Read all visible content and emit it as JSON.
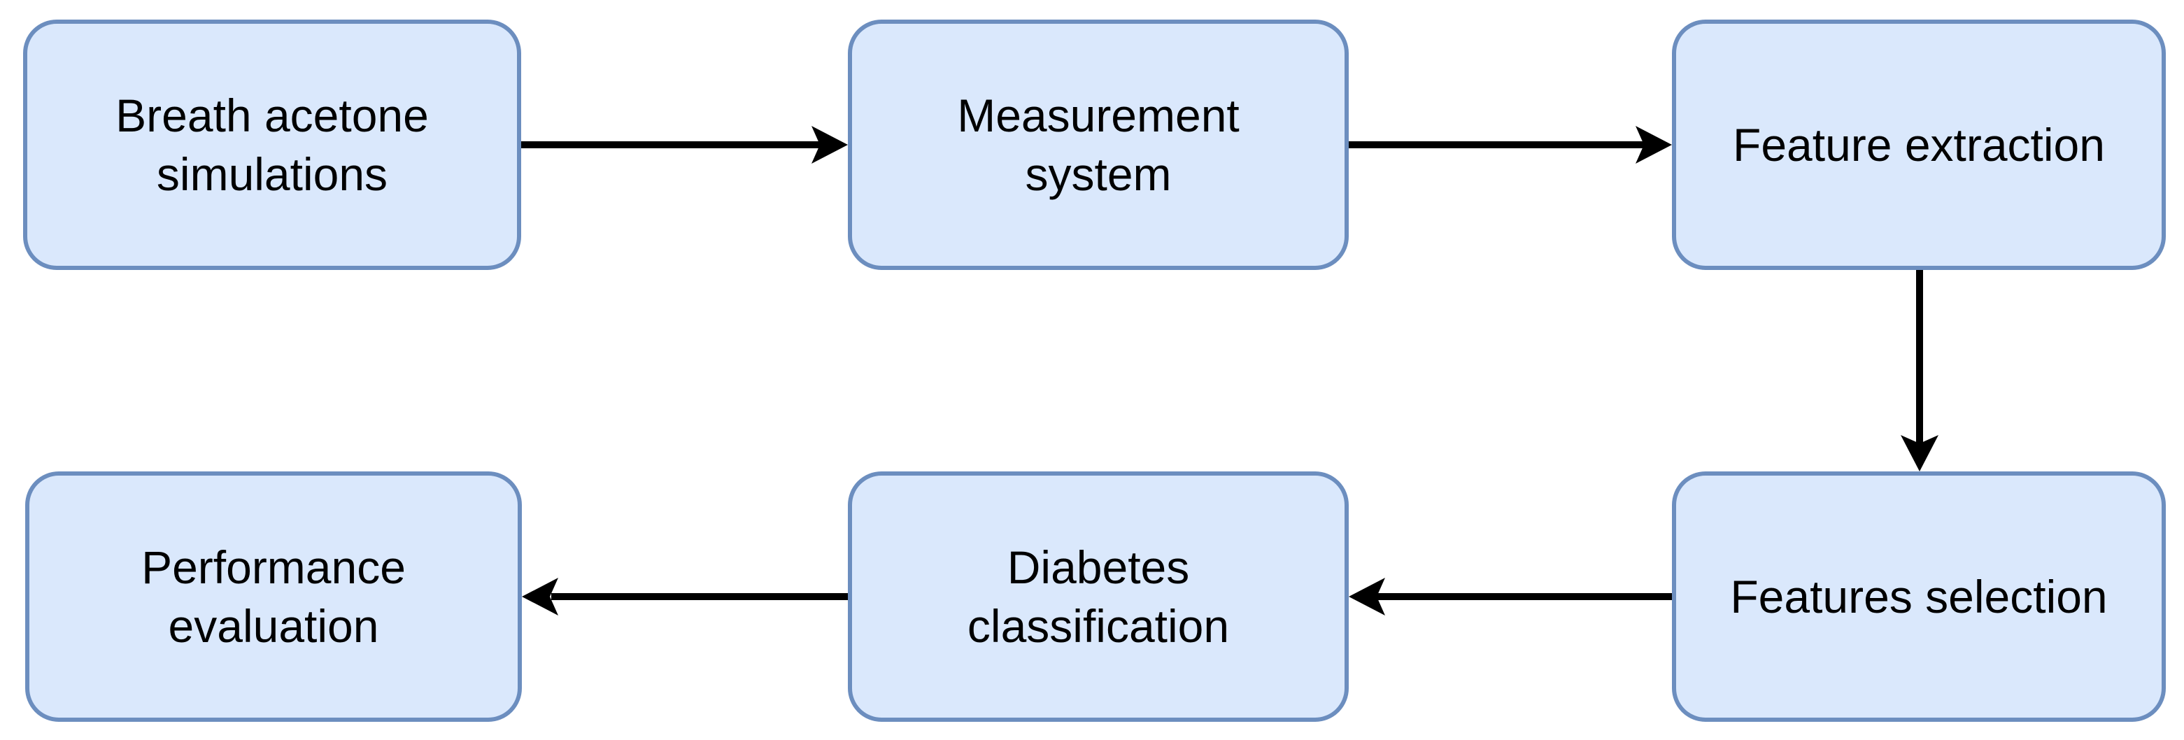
{
  "diagram": {
    "type": "flowchart",
    "colors": {
      "background": "#ffffff",
      "node_fill": "#dae8fc",
      "node_border": "#6c8ebf",
      "text": "#000000",
      "arrow": "#000000"
    },
    "nodes": [
      {
        "id": "breath-acetone-simulations",
        "label": "Breath acetone simulations",
        "row": 1,
        "col": 1
      },
      {
        "id": "measurement-system",
        "label": "Measurement system",
        "row": 1,
        "col": 2
      },
      {
        "id": "feature-extraction",
        "label": "Feature extraction",
        "row": 1,
        "col": 3
      },
      {
        "id": "features-selection",
        "label": "Features selection",
        "row": 2,
        "col": 3
      },
      {
        "id": "diabetes-classification",
        "label": "Diabetes classification",
        "row": 2,
        "col": 2
      },
      {
        "id": "performance-evaluation",
        "label": "Performance evaluation",
        "row": 2,
        "col": 1
      }
    ],
    "edges": [
      {
        "from": "breath-acetone-simulations",
        "to": "measurement-system",
        "direction": "right"
      },
      {
        "from": "measurement-system",
        "to": "feature-extraction",
        "direction": "right"
      },
      {
        "from": "feature-extraction",
        "to": "features-selection",
        "direction": "down"
      },
      {
        "from": "features-selection",
        "to": "diabetes-classification",
        "direction": "left"
      },
      {
        "from": "diabetes-classification",
        "to": "performance-evaluation",
        "direction": "left"
      }
    ]
  }
}
